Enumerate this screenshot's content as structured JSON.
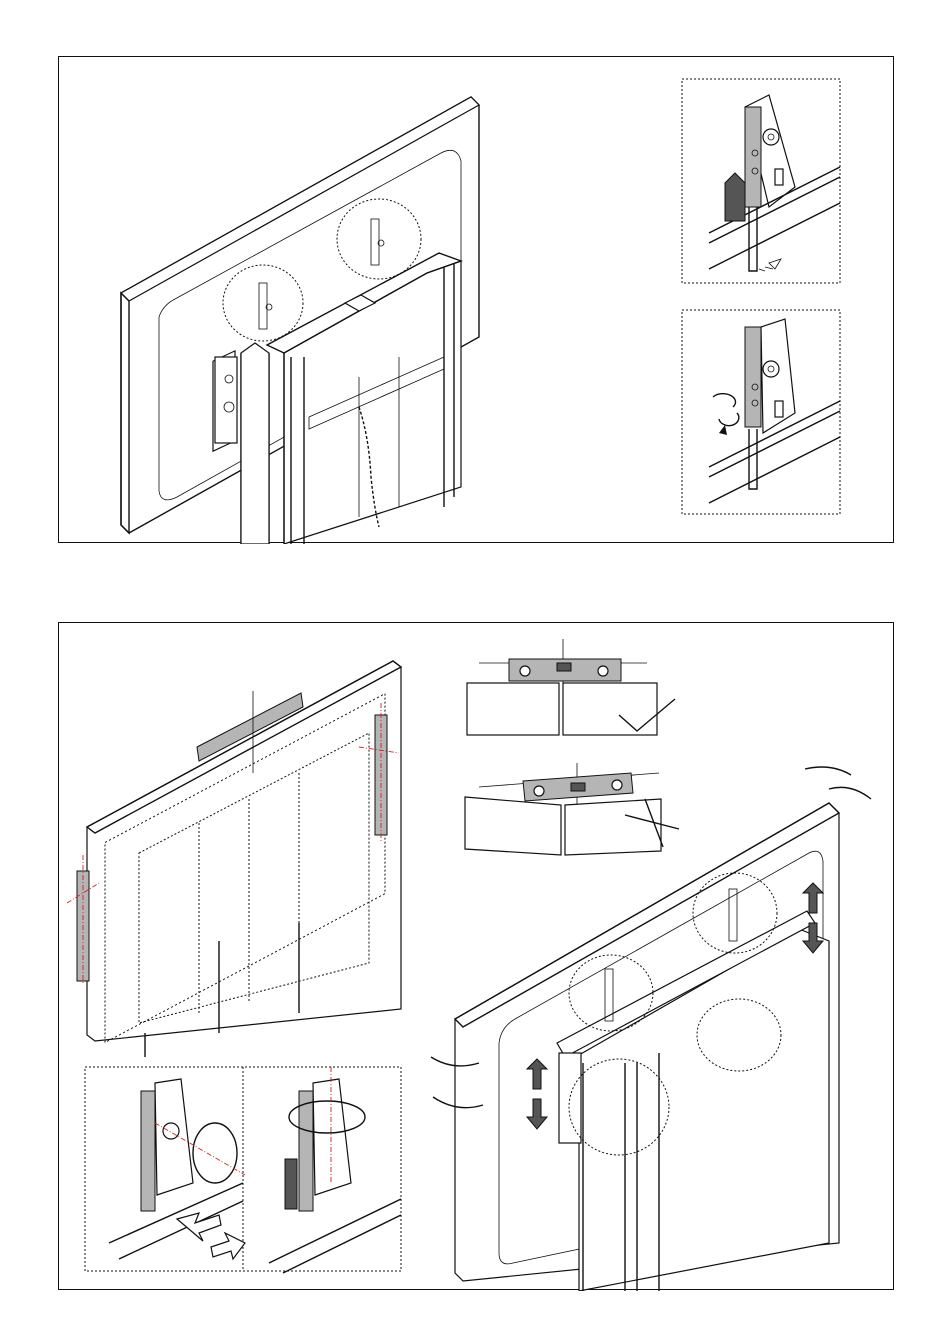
{
  "figure": {
    "panels": [
      {
        "id": "top",
        "subject": "display-mounting-on-trolley-frame"
      },
      {
        "id": "bottom",
        "subject": "display-levelling-adjustment"
      }
    ],
    "level_check": {
      "correct_symbol": "check-mark-icon",
      "wrong_symbol": "cross-mark-icon"
    },
    "colors": {
      "line": "#111111",
      "fill_grey": "#b5b5b5",
      "axis_red": "#d32020"
    }
  }
}
